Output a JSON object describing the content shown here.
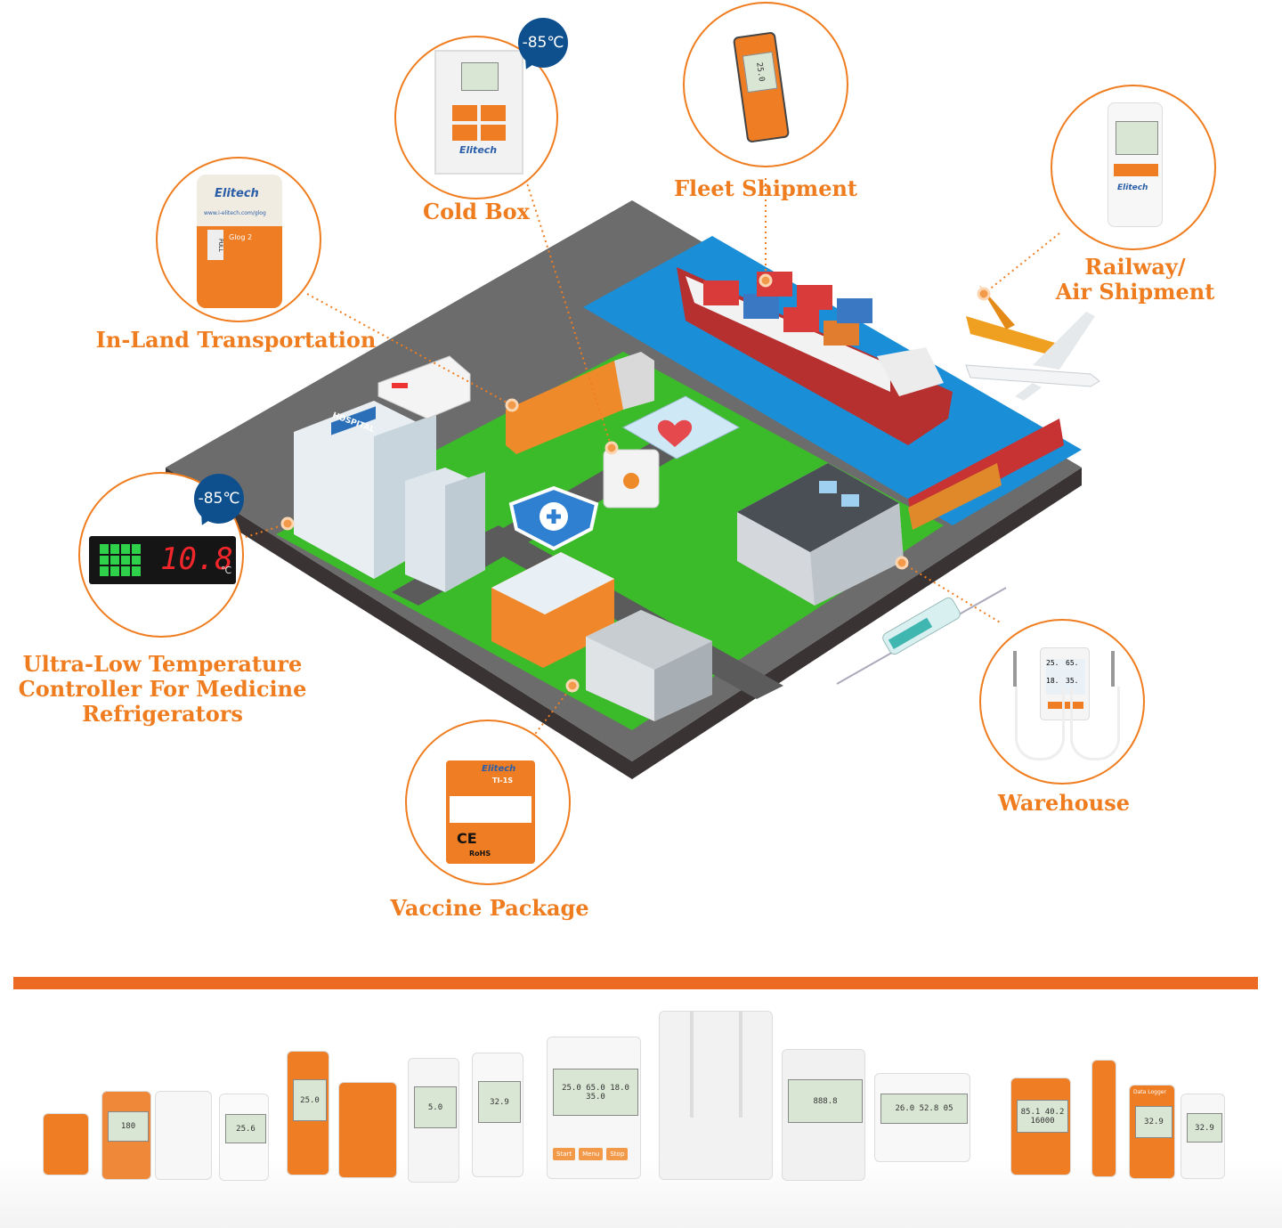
{
  "scene": {
    "labels": {
      "cold_box": "Cold Box",
      "fleet_shipment": "Fleet Shipment",
      "railway_air": [
        "Railway/",
        "Air Shipment"
      ],
      "in_land": "In-Land Transportation",
      "ultra_low": [
        "Ultra-Low Temperature",
        "Controller For Medicine",
        "Refrigerators"
      ],
      "vaccine_package": "Vaccine Package",
      "warehouse": "Warehouse"
    },
    "badges": {
      "cold_box_temp": "-85℃",
      "controller_temp": "-85℃"
    },
    "controller_display": {
      "value": "10.8",
      "unit": "℃"
    },
    "buildings": {
      "hospital_sign": "HOSPITAL"
    },
    "devices": {
      "cold_box_brand": "Elitech",
      "in_land_brand": "Elitech",
      "in_land_url": "www.i-elitech.com/glog",
      "in_land_model": "Glog 2",
      "in_land_pull": "PULL",
      "vaccine_brand": "Elitech",
      "vaccine_model": "TI-1S",
      "vaccine_marks": [
        "CE",
        "RoHS"
      ],
      "railway_brand": "Elitech",
      "fleet_reading": "25.0",
      "warehouse_readings": [
        "25.",
        "65.",
        "18.",
        "35."
      ]
    }
  },
  "product_lineup": {
    "colors": {
      "accent": "#ec6a22",
      "label": "#ef7d1f",
      "badge": "#0e4f8e"
    },
    "products": [
      {
        "name": "TI-1S label",
        "reading": ""
      },
      {
        "name": "TI-21 indicator",
        "reading": "180"
      },
      {
        "name": "indicator card",
        "reading": ""
      },
      {
        "name": "TI-60",
        "reading": "25.6"
      },
      {
        "name": "USB PDF logger",
        "reading": "25.0"
      },
      {
        "name": "Glog 2",
        "reading": ""
      },
      {
        "name": "Tlog 100",
        "reading": "5.0"
      },
      {
        "name": "LogEt 1TE",
        "reading": "32.9"
      },
      {
        "name": "RCW gateway display",
        "reading": "25.0 65.0 18.0 35.0",
        "buttons": [
          "Start",
          "Menu",
          "Stop"
        ]
      },
      {
        "name": "Wireless router",
        "reading": ""
      },
      {
        "name": "RCW-2200",
        "reading": "888.8"
      },
      {
        "name": "Wall logger",
        "reading": "26.0 52.8 05"
      },
      {
        "name": "Probe logger",
        "reading": "85.1 40.2 16000"
      },
      {
        "name": "USB pen logger",
        "reading": ""
      },
      {
        "name": "RC-5+",
        "reading": "32.9",
        "caption": "Data Logger"
      },
      {
        "name": "RC-4 logger",
        "reading": "32.9"
      }
    ]
  }
}
